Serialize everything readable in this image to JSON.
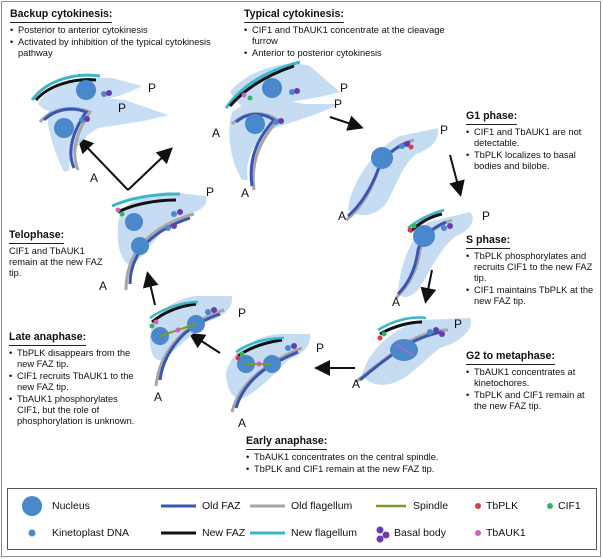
{
  "stages": {
    "backup": {
      "title": "Backup cytokinesis:",
      "bullets": [
        "Posterior to anterior cytokinesis",
        "Activated by inhibition of the typical cytokinesis pathway"
      ]
    },
    "typical": {
      "title": "Typical cytokinesis:",
      "bullets": [
        "CIF1 and TbAUK1 concentrate at the cleavage furrow",
        "Anterior to posterior cytokinesis"
      ]
    },
    "g1": {
      "title": "G1 phase:",
      "bullets": [
        "CIF1 and TbAUK1 are not detectable.",
        "TbPLK localizes to basal bodies and bilobe."
      ]
    },
    "s": {
      "title": "S phase:",
      "bullets": [
        "TbPLK phosphorylates and recruits CIF1 to the new FAZ tip.",
        "CIF1 maintains TbPLK at the new FAZ tip."
      ]
    },
    "g2": {
      "title": "G2 to metaphase:",
      "bullets": [
        "TbAUK1 concentrates at kinetochores.",
        "TbPLK and CIF1 remain at the new FAZ tip."
      ]
    },
    "early": {
      "title": "Early anaphase:",
      "bullets": [
        "TbAUK1 concentrates on the central spindle.",
        "TbPLK and CIF1 remain at the new FAZ tip."
      ]
    },
    "late": {
      "title": "Late anaphase:",
      "bullets": [
        "TbPLK disappears from the new FAZ tip.",
        "CIF1 recruits TbAUK1 to the new FAZ tip.",
        "TbAUK1 phosphorylates CIF1, but the role of phosphorylation is unknown."
      ]
    },
    "telophase": {
      "title": "Telophase:",
      "text": "CIF1 and TbAUK1 remain at the new FAZ tip."
    }
  },
  "cell_labels": {
    "anterior": "A",
    "posterior": "P"
  },
  "legend": {
    "nucleus": "Nucleus",
    "kinetoplast": "Kinetoplast DNA",
    "old_faz": "Old FAZ",
    "new_faz": "New FAZ",
    "old_flagellum": "Old flagellum",
    "new_flagellum": "New flagellum",
    "spindle": "Spindle",
    "basal_body": "Basal body",
    "tbplk": "TbPLK",
    "tbauk1": "TbAUK1",
    "cif1": "CIF1"
  },
  "colors": {
    "cell_body": "#c5dcf3",
    "nucleus": "#4a88cc",
    "old_faz": "#3a55b5",
    "new_faz": "#111111",
    "old_flagellum": "#a6a6a6",
    "new_flagellum": "#3ab6c8",
    "spindle": "#7a9a2e",
    "tbplk": "#e23a3a",
    "cif1": "#2db860",
    "basal_body": "#6a3bb0",
    "tbauk1": "#d65cc4"
  }
}
